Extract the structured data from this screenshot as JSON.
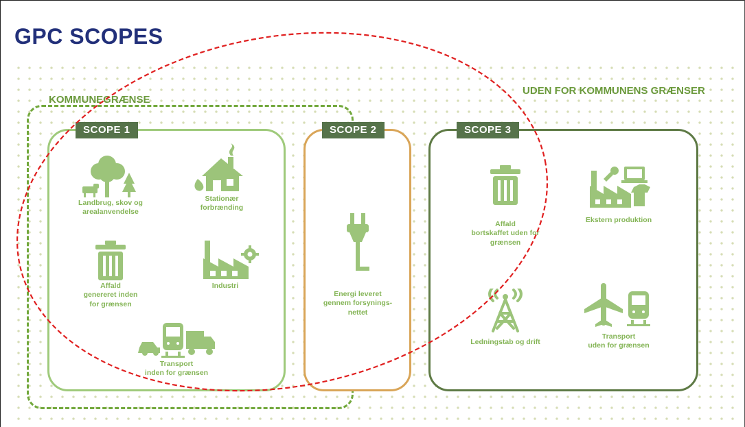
{
  "title": "GPC SCOPES",
  "regions": {
    "municipal_boundary": "KOMMUNEGRÆNSE",
    "outside_boundary": "UDEN FOR KOMMUNENS GRÆNSER"
  },
  "scopes": [
    {
      "label": "SCOPE 1",
      "color": "#9fca7b"
    },
    {
      "label": "SCOPE 2",
      "color": "#d9a558"
    },
    {
      "label": "SCOPE 3",
      "color": "#5e7a45"
    }
  ],
  "items": {
    "agriculture": {
      "label": "Landbrug, skov og\narealanvendelse",
      "icon": "tree-cow-icon"
    },
    "stationary": {
      "label": "Stationær\nforbrænding",
      "icon": "house-flame-icon"
    },
    "waste_inside": {
      "label": "Affald\ngenereret inden\nfor grænsen",
      "icon": "trash-bin-icon"
    },
    "industry": {
      "label": "Industri",
      "icon": "factory-gear-icon"
    },
    "transport_inside": {
      "label": "Transport\ninden for grænsen",
      "icon": "car-train-truck-icon"
    },
    "energy": {
      "label": "Energi leveret\ngennem forsynings-\nnettet",
      "icon": "power-plug-icon"
    },
    "waste_outside": {
      "label": "Affald\nbortskaffet uden for\ngrænsen",
      "icon": "trash-bin-icon"
    },
    "external_production": {
      "label": "Ekstern produktion",
      "icon": "factory-products-icon"
    },
    "grid_loss": {
      "label": "Ledningstab og drift",
      "icon": "transmission-tower-icon"
    },
    "transport_outside": {
      "label": "Transport\nuden for grænsen",
      "icon": "plane-train-icon"
    }
  },
  "colors": {
    "title": "#22307a",
    "icon_green": "#9cc47a",
    "label_green": "#85b557",
    "tab_bg": "#56734a",
    "boundary_dash": "#72a83c",
    "annotation_red": "#e02020"
  }
}
